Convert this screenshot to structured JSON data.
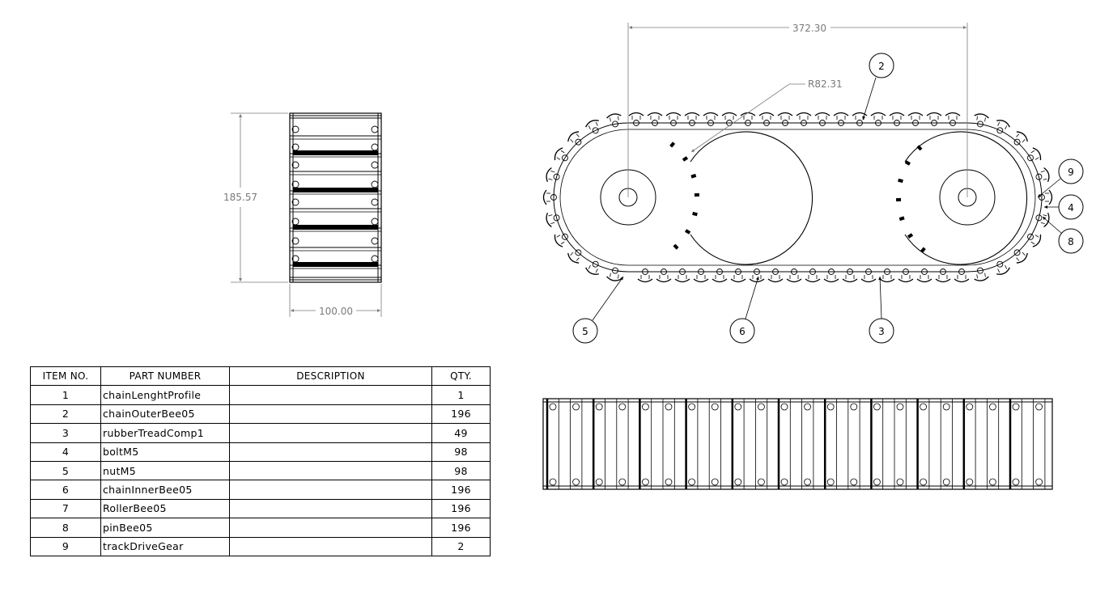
{
  "dimensions": {
    "height_side": "185.57",
    "width_side": "100.00",
    "center_distance": "372.30",
    "radius": "R82.31"
  },
  "balloons": [
    {
      "item": "2"
    },
    {
      "item": "9"
    },
    {
      "item": "4"
    },
    {
      "item": "8"
    },
    {
      "item": "5"
    },
    {
      "item": "6"
    },
    {
      "item": "3"
    }
  ],
  "bom": {
    "headers": [
      "ITEM NO.",
      "PART NUMBER",
      "DESCRIPTION",
      "QTY."
    ],
    "rows": [
      {
        "item": "1",
        "part": "chainLenghtProfile",
        "description": "",
        "qty": "1"
      },
      {
        "item": "2",
        "part": "chainOuterBee05",
        "description": "",
        "qty": "196"
      },
      {
        "item": "3",
        "part": "rubberTreadComp1",
        "description": "",
        "qty": "49"
      },
      {
        "item": "4",
        "part": "boltM5",
        "description": "",
        "qty": "98"
      },
      {
        "item": "5",
        "part": "nutM5",
        "description": "",
        "qty": "98"
      },
      {
        "item": "6",
        "part": "chainInnerBee05",
        "description": "",
        "qty": "196"
      },
      {
        "item": "7",
        "part": "RollerBee05",
        "description": "",
        "qty": "196"
      },
      {
        "item": "8",
        "part": "pinBee05",
        "description": "",
        "qty": "196"
      },
      {
        "item": "9",
        "part": "trackDriveGear",
        "description": "",
        "qty": "2"
      }
    ]
  }
}
